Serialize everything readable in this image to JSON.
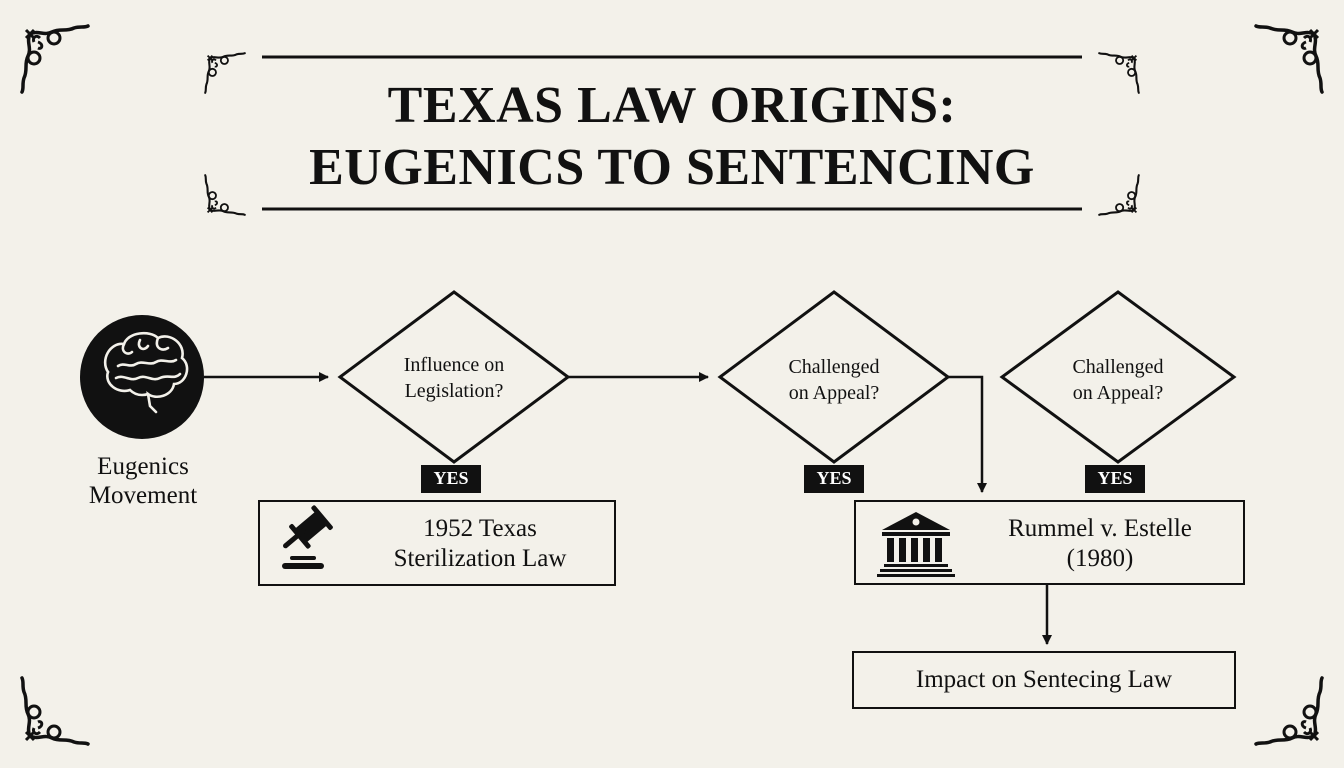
{
  "header": {
    "title_line1": "TEXAS LAW ORIGINS:",
    "title_line2": "EUGENICS TO SENTENCING"
  },
  "nodes": {
    "start": {
      "label_line1": "Eugenics",
      "label_line2": "Movement",
      "icon": "brain-icon"
    },
    "decision1": {
      "line1": "Influence on",
      "line2": "Legislation?",
      "branch": "YES"
    },
    "decision2": {
      "line1": "Challenged",
      "line2": "on Appeal?",
      "branch": "YES"
    },
    "decision3": {
      "line1": "Challenged",
      "line2": "on Appeal?",
      "branch": "YES"
    },
    "law_box": {
      "line1": "1952 Texas",
      "line2": "Sterilization Law",
      "icon": "gavel-icon"
    },
    "case_box": {
      "line1": "Rummel v. Estelle",
      "line2": "(1980)",
      "icon": "courthouse-icon"
    },
    "impact_box": {
      "label": "Impact on Sentecing Law"
    }
  },
  "colors": {
    "background": "#f3f1ea",
    "ink": "#111111",
    "badge_text": "#ffffff"
  }
}
